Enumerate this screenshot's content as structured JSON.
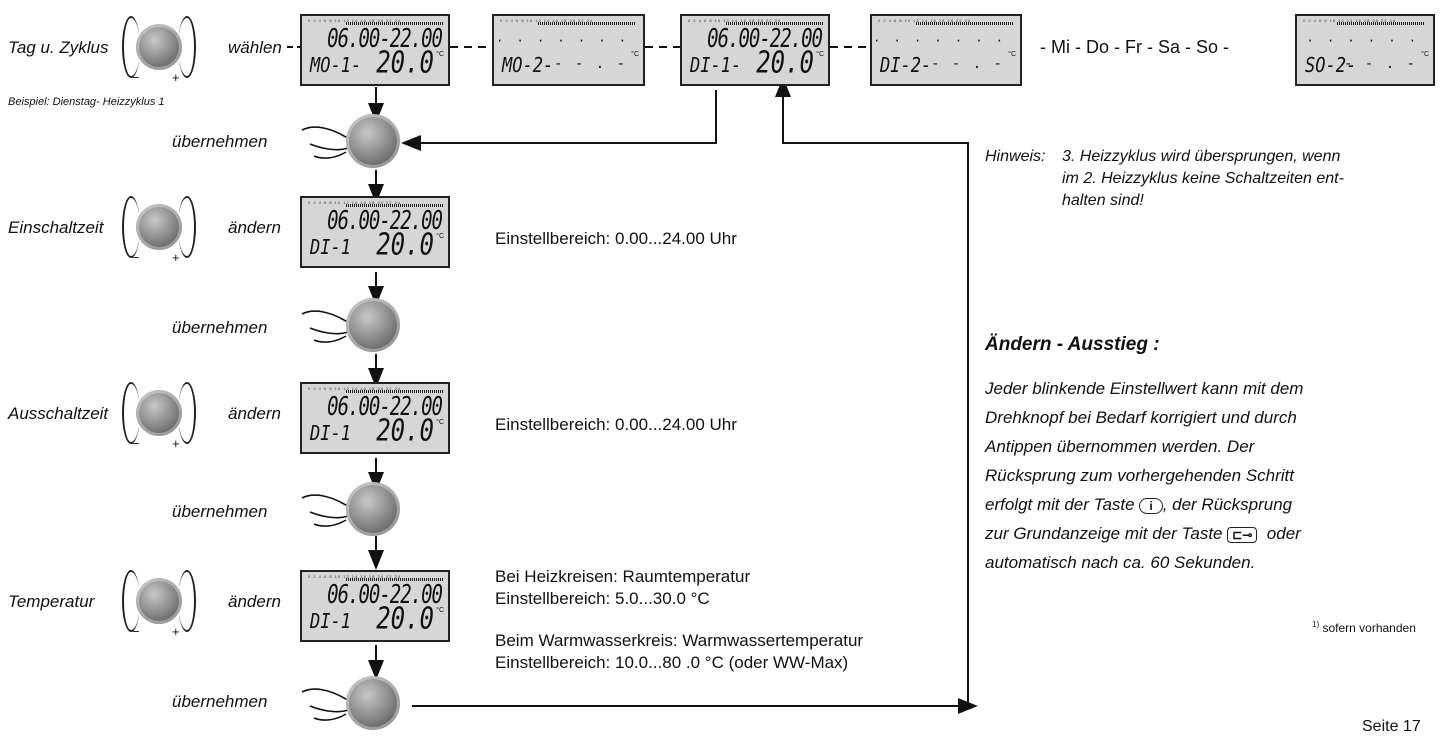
{
  "row1": {
    "label": "Tag u. Zyklus",
    "action": "wählen",
    "example": "Beispiel: Dienstag- Heizzyklus 1",
    "weekdays": "- Mi - Do - Fr - Sa - So -"
  },
  "displays": {
    "d1": {
      "scale": "0 2 4 6 8 10 12 14 16 18 20 22 24",
      "time": "06.00-22.00",
      "day": "MO-1-",
      "temp": "20.0",
      "unit": "°C"
    },
    "d2": {
      "scale": "0 2 4 6 8 10 12 14 16 18 20 22 24",
      "day": "MO-2-",
      "unit": "°C"
    },
    "d3": {
      "scale": "0 2 4 6 8 10 12 14 16 18 20 22 24",
      "time": "06.00-22.00",
      "day": "DI-1-",
      "temp": "20.0",
      "unit": "°C"
    },
    "d4": {
      "scale": "0 2 4 6 8 10 12 14 16 18 20 22 24",
      "day": "DI-2-",
      "unit": "°C"
    },
    "d5": {
      "scale": "0 2 4 6 8 10 12 14 16 18 20 22 24",
      "day": "SO-2-",
      "unit": "°C"
    },
    "s1": {
      "scale": "0 2 4 6 8 10 12 14 16 18 20 22 24",
      "time": "06.00-22.00",
      "day": "DI-1",
      "temp": "20.0",
      "unit": "°C"
    },
    "s2": {
      "scale": "0 2 4 6 8 10 12 14 16 18 20 22 24",
      "time": "06.00-22.00",
      "day": "DI-1",
      "temp": "20.0",
      "unit": "°C"
    },
    "s3": {
      "scale": "0 2 4 6 8 10 12 14 16 18 20 22 24",
      "time": "06.00-22.00",
      "day": "DI-1",
      "temp": "20.0",
      "unit": "°C"
    }
  },
  "steps": {
    "confirm": "übernehmen",
    "change": "ändern",
    "on_time": "Einschaltzeit",
    "off_time": "Ausschaltzeit",
    "temperature": "Temperatur",
    "range_time_1": "Einstellbereich:  0.00...24.00 Uhr",
    "range_time_2": "Einstellbereich:  0.00...24.00 Uhr",
    "temp_line1": "Bei Heizkreisen: Raumtemperatur",
    "temp_line2": "Einstellbereich: 5.0...30.0 °C",
    "temp_line3": "Beim Warmwasserkreis: Warmwassertemperatur",
    "temp_line4": "Einstellbereich: 10.0...80 .0 °C (oder WW-Max)"
  },
  "note": {
    "label": "Hinweis:",
    "text1": "3. Heizzyklus wird übersprungen, wenn",
    "text2": "im 2. Heizzyklus keine Schaltzeiten ent-",
    "text3": "halten sind!"
  },
  "exit": {
    "title": "Ändern - Ausstieg :",
    "l1": "Jeder blinkende Einstellwert kann mit dem",
    "l2": "Drehknopf bei Bedarf korrigiert und durch",
    "l3": "Antippen       übernommen        werden.      Der",
    "l4a": "Rücksprung zum vorhergehenden Schritt",
    "l5a": "erfolgt mit der Taste",
    "l5b": ", der Rücksprung",
    "l6a": "zur Grundanzeige mit der Taste",
    "l6b": "oder",
    "l7": "automatisch nach ca. 60 Sekunden.",
    "info_key": "i",
    "home_key": "⊏⊸"
  },
  "footnote": {
    "sup": "1)",
    "text": "sofern vorhanden"
  },
  "page": "Seite 17"
}
